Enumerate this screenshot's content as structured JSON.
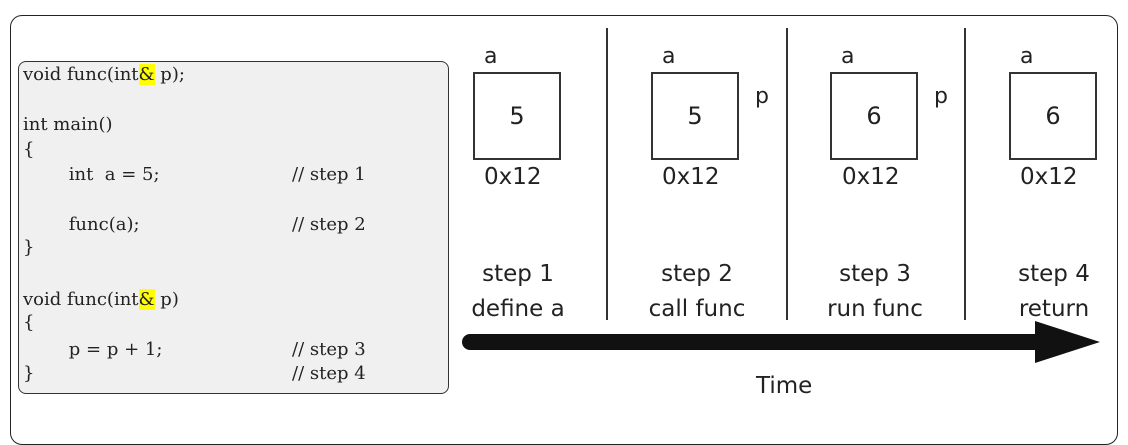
{
  "code": {
    "prototype_pre": "void func(int",
    "prototype_amp": "&",
    "prototype_post": " p);",
    "main_sig": "int main()",
    "open_brace_1": "{",
    "stmt_define": "        int  a = 5;",
    "comment_step1": "// step 1",
    "stmt_call": "        func(a);",
    "comment_step2": "// step 2",
    "close_brace_1": "}",
    "def_pre": "void func(int",
    "def_amp": "&",
    "def_post": " p)",
    "open_brace_2": "{",
    "stmt_inc": "        p = p + 1;",
    "comment_step3": "// step 3",
    "close_brace_2": "}",
    "comment_step4": "// step 4"
  },
  "steps": [
    {
      "var": "a",
      "value": "5",
      "pointer": "",
      "address": "0x12",
      "step": "step 1",
      "desc": "define a"
    },
    {
      "var": "a",
      "value": "5",
      "pointer": "p",
      "address": "0x12",
      "step": "step 2",
      "desc": "call func"
    },
    {
      "var": "a",
      "value": "6",
      "pointer": "p",
      "address": "0x12",
      "step": "step 3",
      "desc": "run func"
    },
    {
      "var": "a",
      "value": "6",
      "pointer": "",
      "address": "0x12",
      "step": "step 4",
      "desc": "return"
    }
  ],
  "time_label": "Time"
}
